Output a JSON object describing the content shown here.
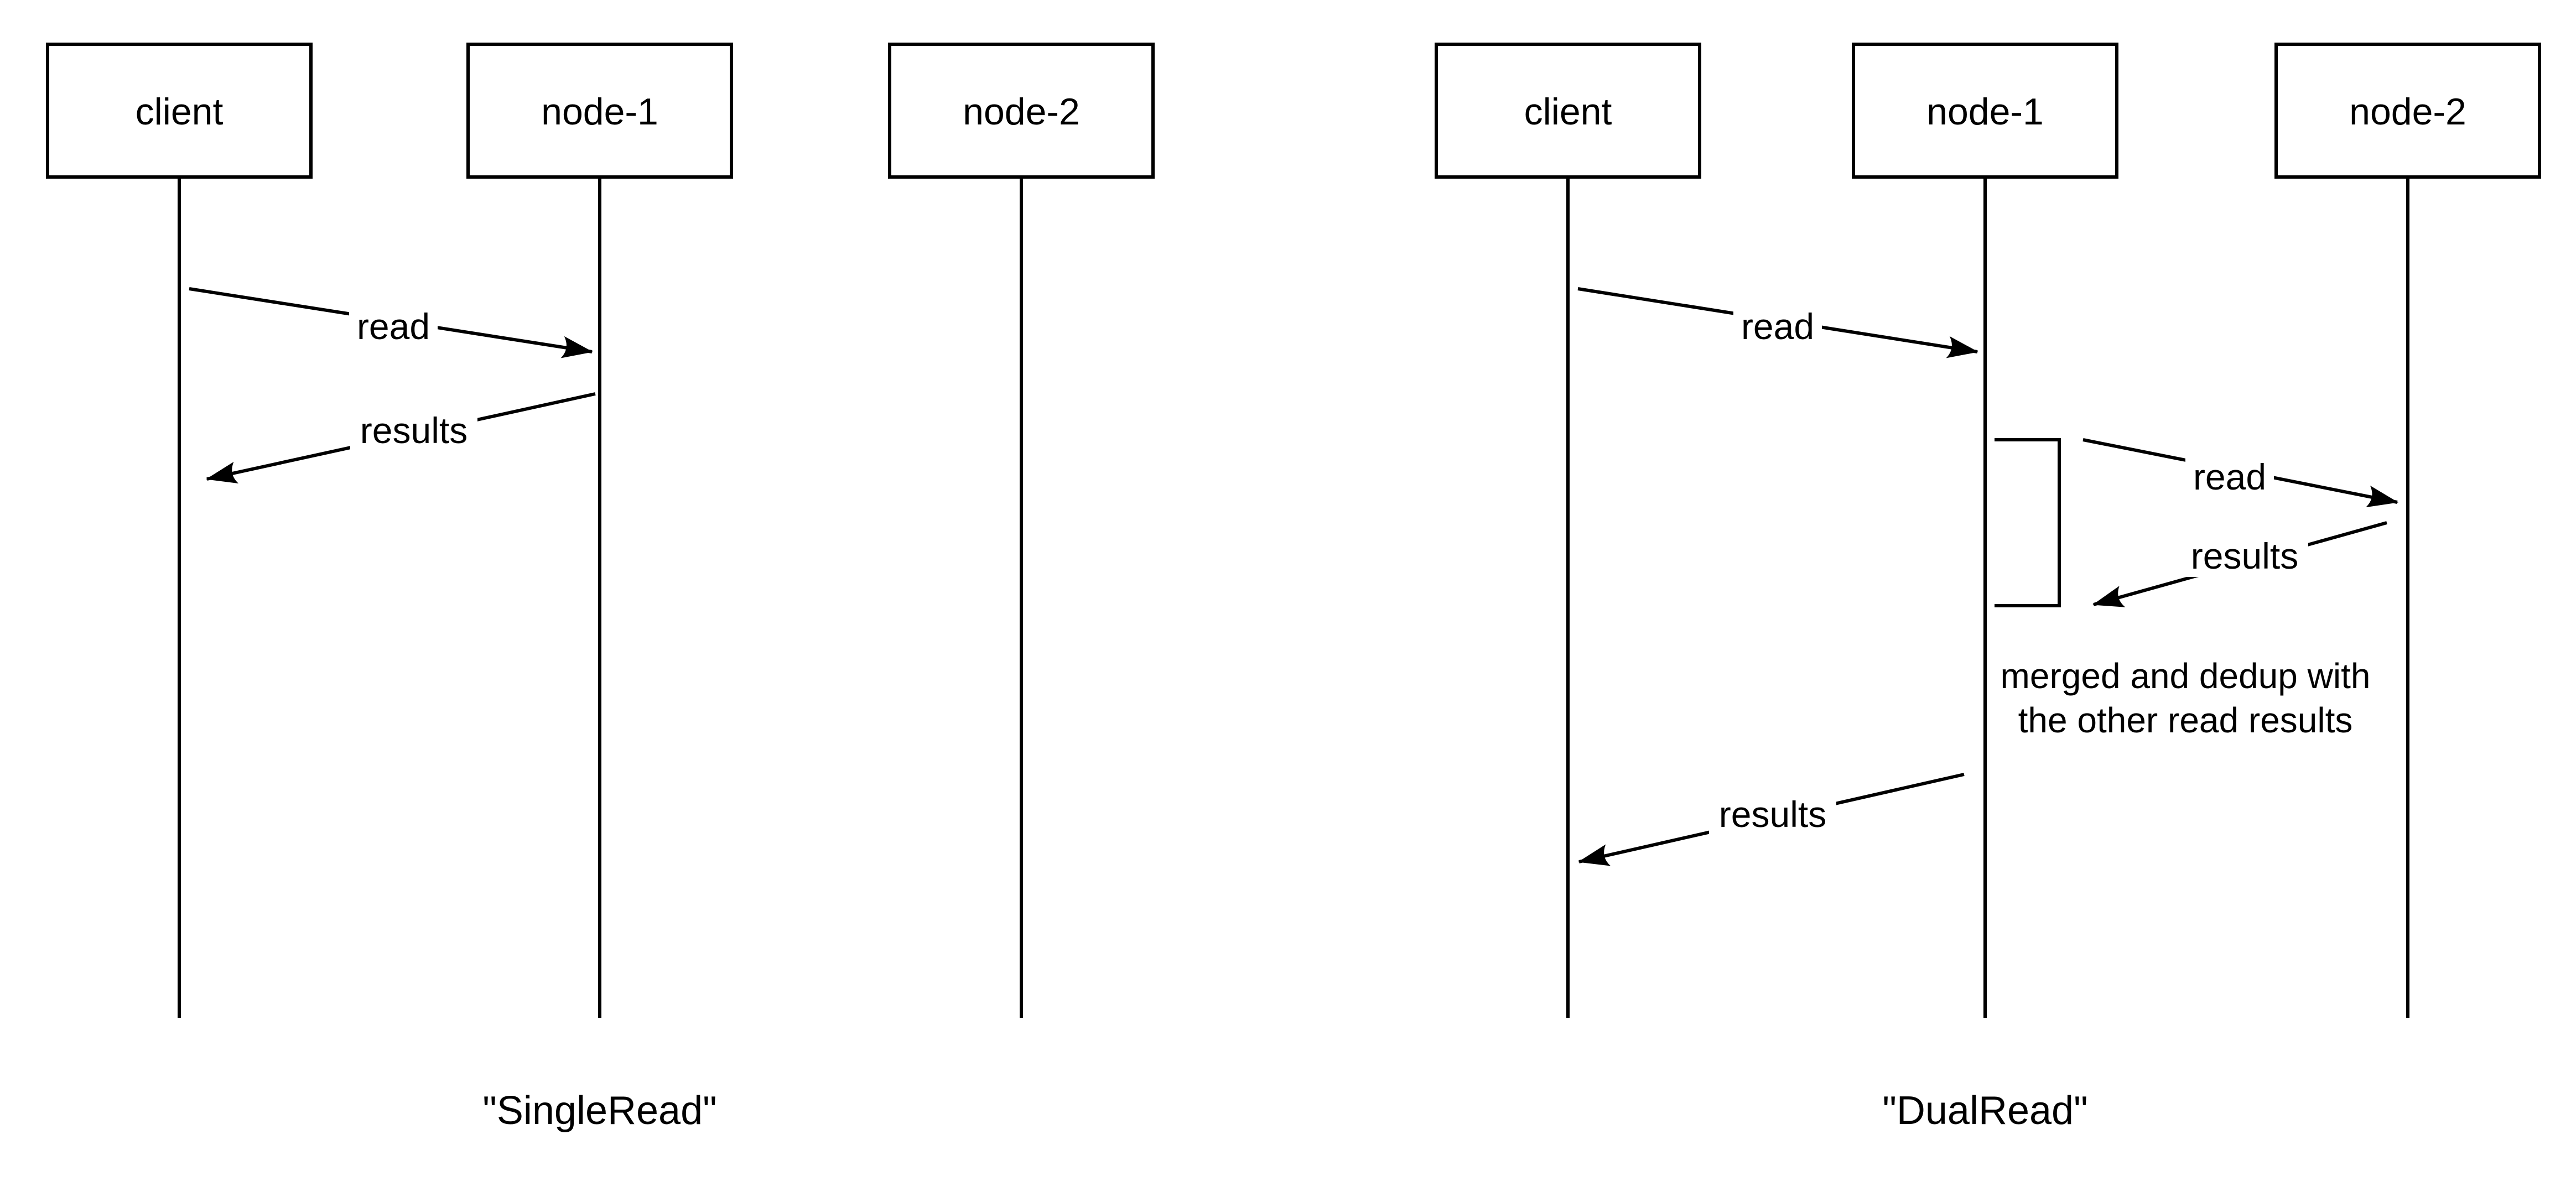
{
  "colors": {
    "background": "#ffffff",
    "ink": "#000000"
  },
  "diagrams": [
    {
      "name": "SingleRead",
      "caption": "\"SingleRead\"",
      "actors": [
        "client",
        "node-1",
        "node-2"
      ],
      "messages": [
        {
          "label": "read",
          "from": "client",
          "to": "node-1"
        },
        {
          "label": "results",
          "from": "node-1",
          "to": "client"
        }
      ]
    },
    {
      "name": "DualRead",
      "caption": "\"DualRead\"",
      "actors": [
        "client",
        "node-1",
        "node-2"
      ],
      "messages": [
        {
          "label": "read",
          "from": "client",
          "to": "node-1"
        },
        {
          "label": "read",
          "from": "node-1",
          "to": "node-2"
        },
        {
          "label": "results",
          "from": "node-2",
          "to": "node-1"
        },
        {
          "label": "results",
          "from": "node-1",
          "to": "client"
        }
      ],
      "note": {
        "lines": [
          "merged and dedup with",
          "the other read results"
        ]
      }
    }
  ]
}
